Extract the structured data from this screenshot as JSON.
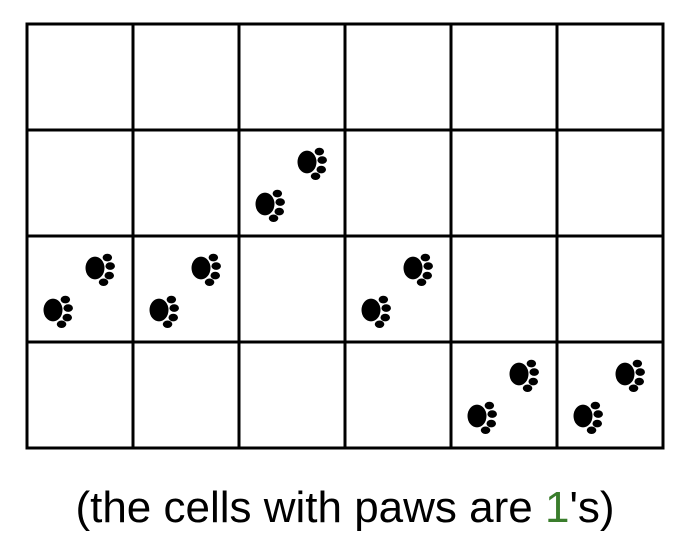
{
  "grid": {
    "rows": 4,
    "cols": 6,
    "cells": [
      [
        0,
        0,
        0,
        0,
        0,
        0
      ],
      [
        0,
        0,
        1,
        0,
        0,
        0
      ],
      [
        1,
        1,
        0,
        1,
        0,
        0
      ],
      [
        0,
        0,
        0,
        0,
        1,
        1
      ]
    ],
    "line_color": "#000000",
    "paw_color": "#000000",
    "paw_icon": "paw-print-icon"
  },
  "caption": {
    "prefix": "(the cells with paws are ",
    "highlight": "1",
    "suffix": "'s)",
    "highlight_color": "#3a7d2c"
  }
}
